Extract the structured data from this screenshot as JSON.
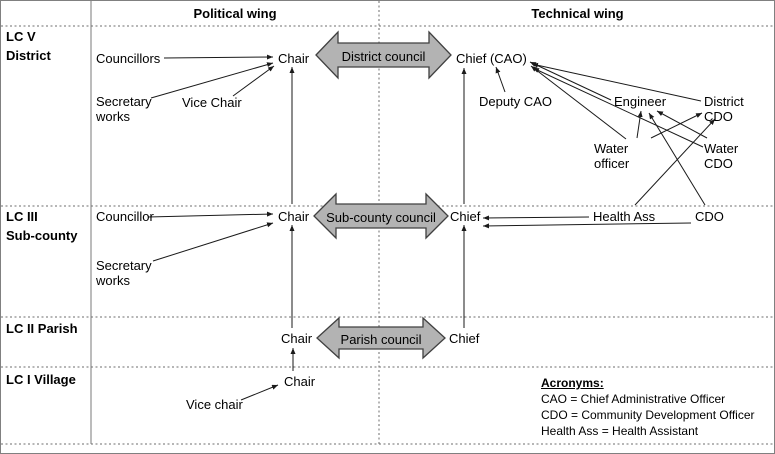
{
  "header": {
    "political": "Political wing",
    "technical": "Technical wing"
  },
  "row_labels": {
    "lcv_1": "LC V",
    "lcv_2": "District",
    "lciii_1": "LC III",
    "lciii_2": "Sub-county",
    "lcii": "LC II Parish",
    "lci": "LC I Village"
  },
  "nodes": {
    "lcv": {
      "councillors": "Councillors",
      "secretary_works": "Secretary works",
      "vice_chair": "Vice Chair",
      "chair": "Chair",
      "chief": "Chief (CAO)",
      "deputy_cao": "Deputy CAO",
      "engineer": "Engineer",
      "district_cdo": "District CDO",
      "water_officer": "Water officer",
      "water_cdo": "Water CDO"
    },
    "lciii": {
      "councillor": "Councillor",
      "secretary_works": "Secretary works",
      "chair": "Chair",
      "chief": "Chief",
      "health_ass": "Health Ass",
      "cdo": "CDO"
    },
    "lcii": {
      "chair": "Chair",
      "chief": "Chief"
    },
    "lci": {
      "chair": "Chair",
      "vice_chair": "Vice chair"
    }
  },
  "councils": {
    "district": "District council",
    "subcounty": "Sub-county council",
    "parish": "Parish council"
  },
  "acronyms": {
    "title": "Acronyms:",
    "lines": [
      "CAO = Chief Administrative Officer",
      "CDO = Community Development Officer",
      "Health Ass = Health Assistant"
    ]
  },
  "colors": {
    "block_arrow_fill": "#b3b3b3",
    "block_arrow_stroke": "#404040",
    "connector": "#1a1a1a"
  }
}
